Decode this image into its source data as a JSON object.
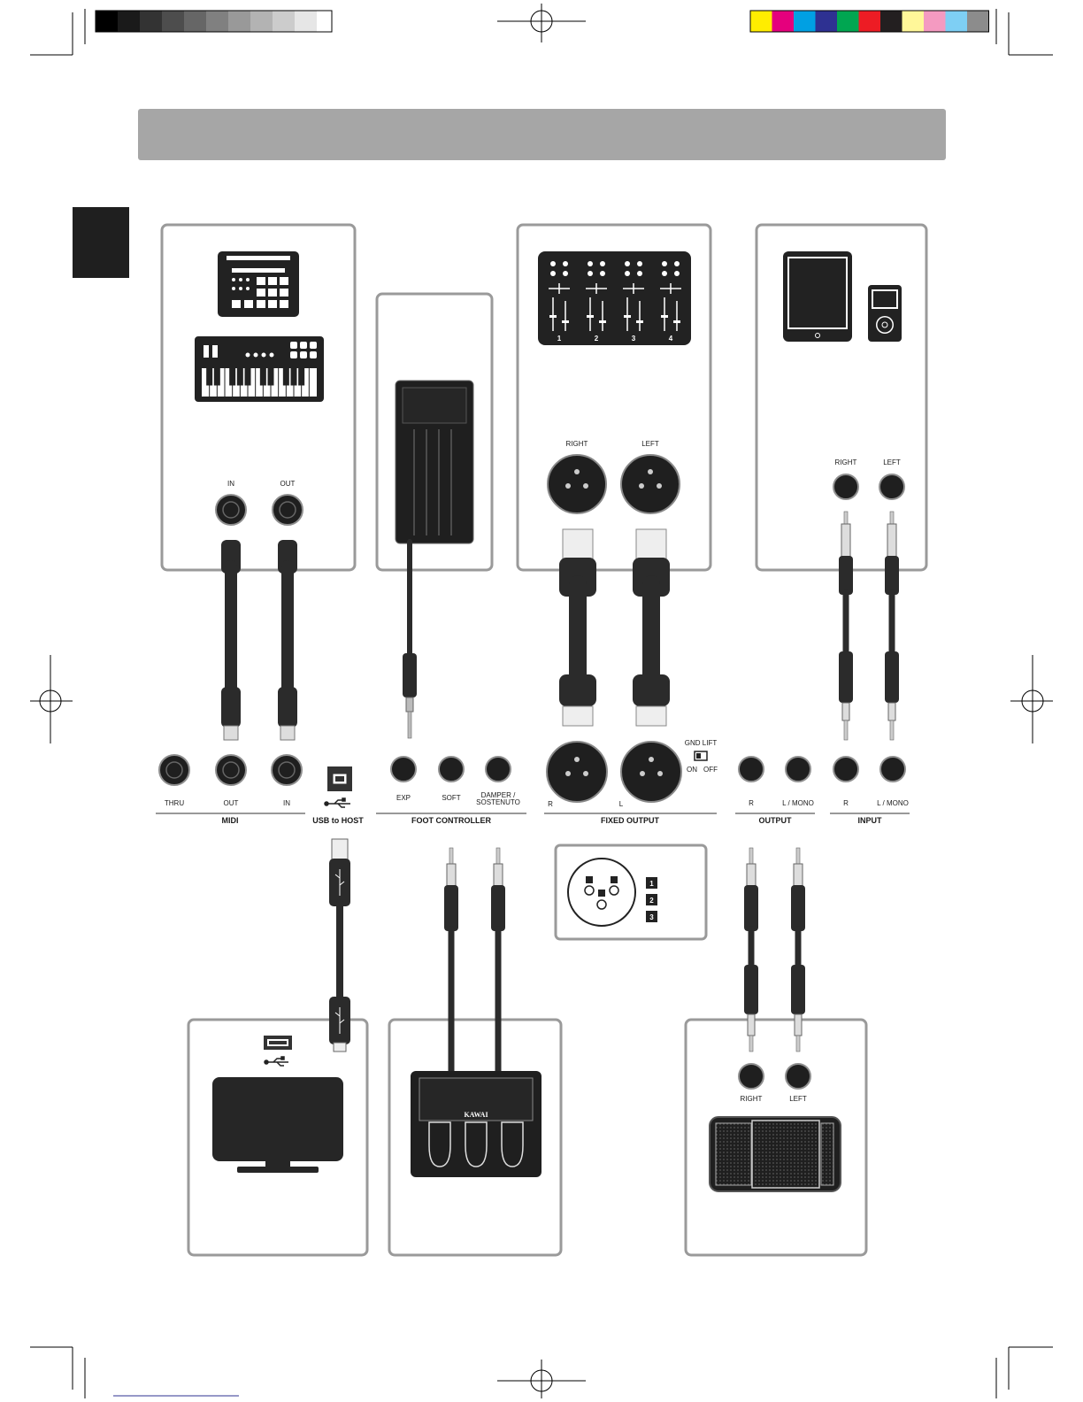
{
  "colors": {
    "header_bar": "#a6a6a6",
    "side_tab": "#1f1f1f",
    "box_border": "#9a9a9a",
    "device": "#262626",
    "cable": "#2b2b2b",
    "print_swatches": [
      "#ffed00",
      "#e5007d",
      "#00a0e3",
      "#2e3192",
      "#00a651",
      "#ed1c24",
      "#231f20",
      "#fff799",
      "#f49ac1",
      "#7ecff4",
      "#8c8c8c"
    ]
  },
  "midi": {
    "in_label": "IN",
    "out_label": "OUT",
    "thru_label": "THRU",
    "out2_label": "OUT",
    "in2_label": "IN",
    "group": "MIDI"
  },
  "usb": {
    "group": "USB to HOST"
  },
  "foot": {
    "exp": "EXP",
    "soft": "SOFT",
    "damper1": "DAMPER /",
    "damper2": "SOSTENUTO",
    "group": "FOOT CONTROLLER"
  },
  "fixed": {
    "right_label": "RIGHT",
    "left_label": "LEFT",
    "r": "R",
    "l": "L",
    "gnd_lift": "GND LIFT",
    "on": "ON",
    "off": "OFF",
    "group": "FIXED OUTPUT"
  },
  "mixer": {
    "channels": [
      "1",
      "2",
      "3",
      "4"
    ]
  },
  "output": {
    "r": "R",
    "lmono": "L / MONO",
    "group": "OUTPUT"
  },
  "input": {
    "right_label": "RIGHT",
    "left_label": "LEFT",
    "r": "R",
    "lmono": "L / MONO",
    "group": "INPUT"
  },
  "xlr_legend": {
    "items": [
      "1",
      "2",
      "3"
    ]
  },
  "pedal_unit": {
    "brand": "KAWAI"
  },
  "speakers": {
    "right_label": "RIGHT",
    "left_label": "LEFT"
  }
}
